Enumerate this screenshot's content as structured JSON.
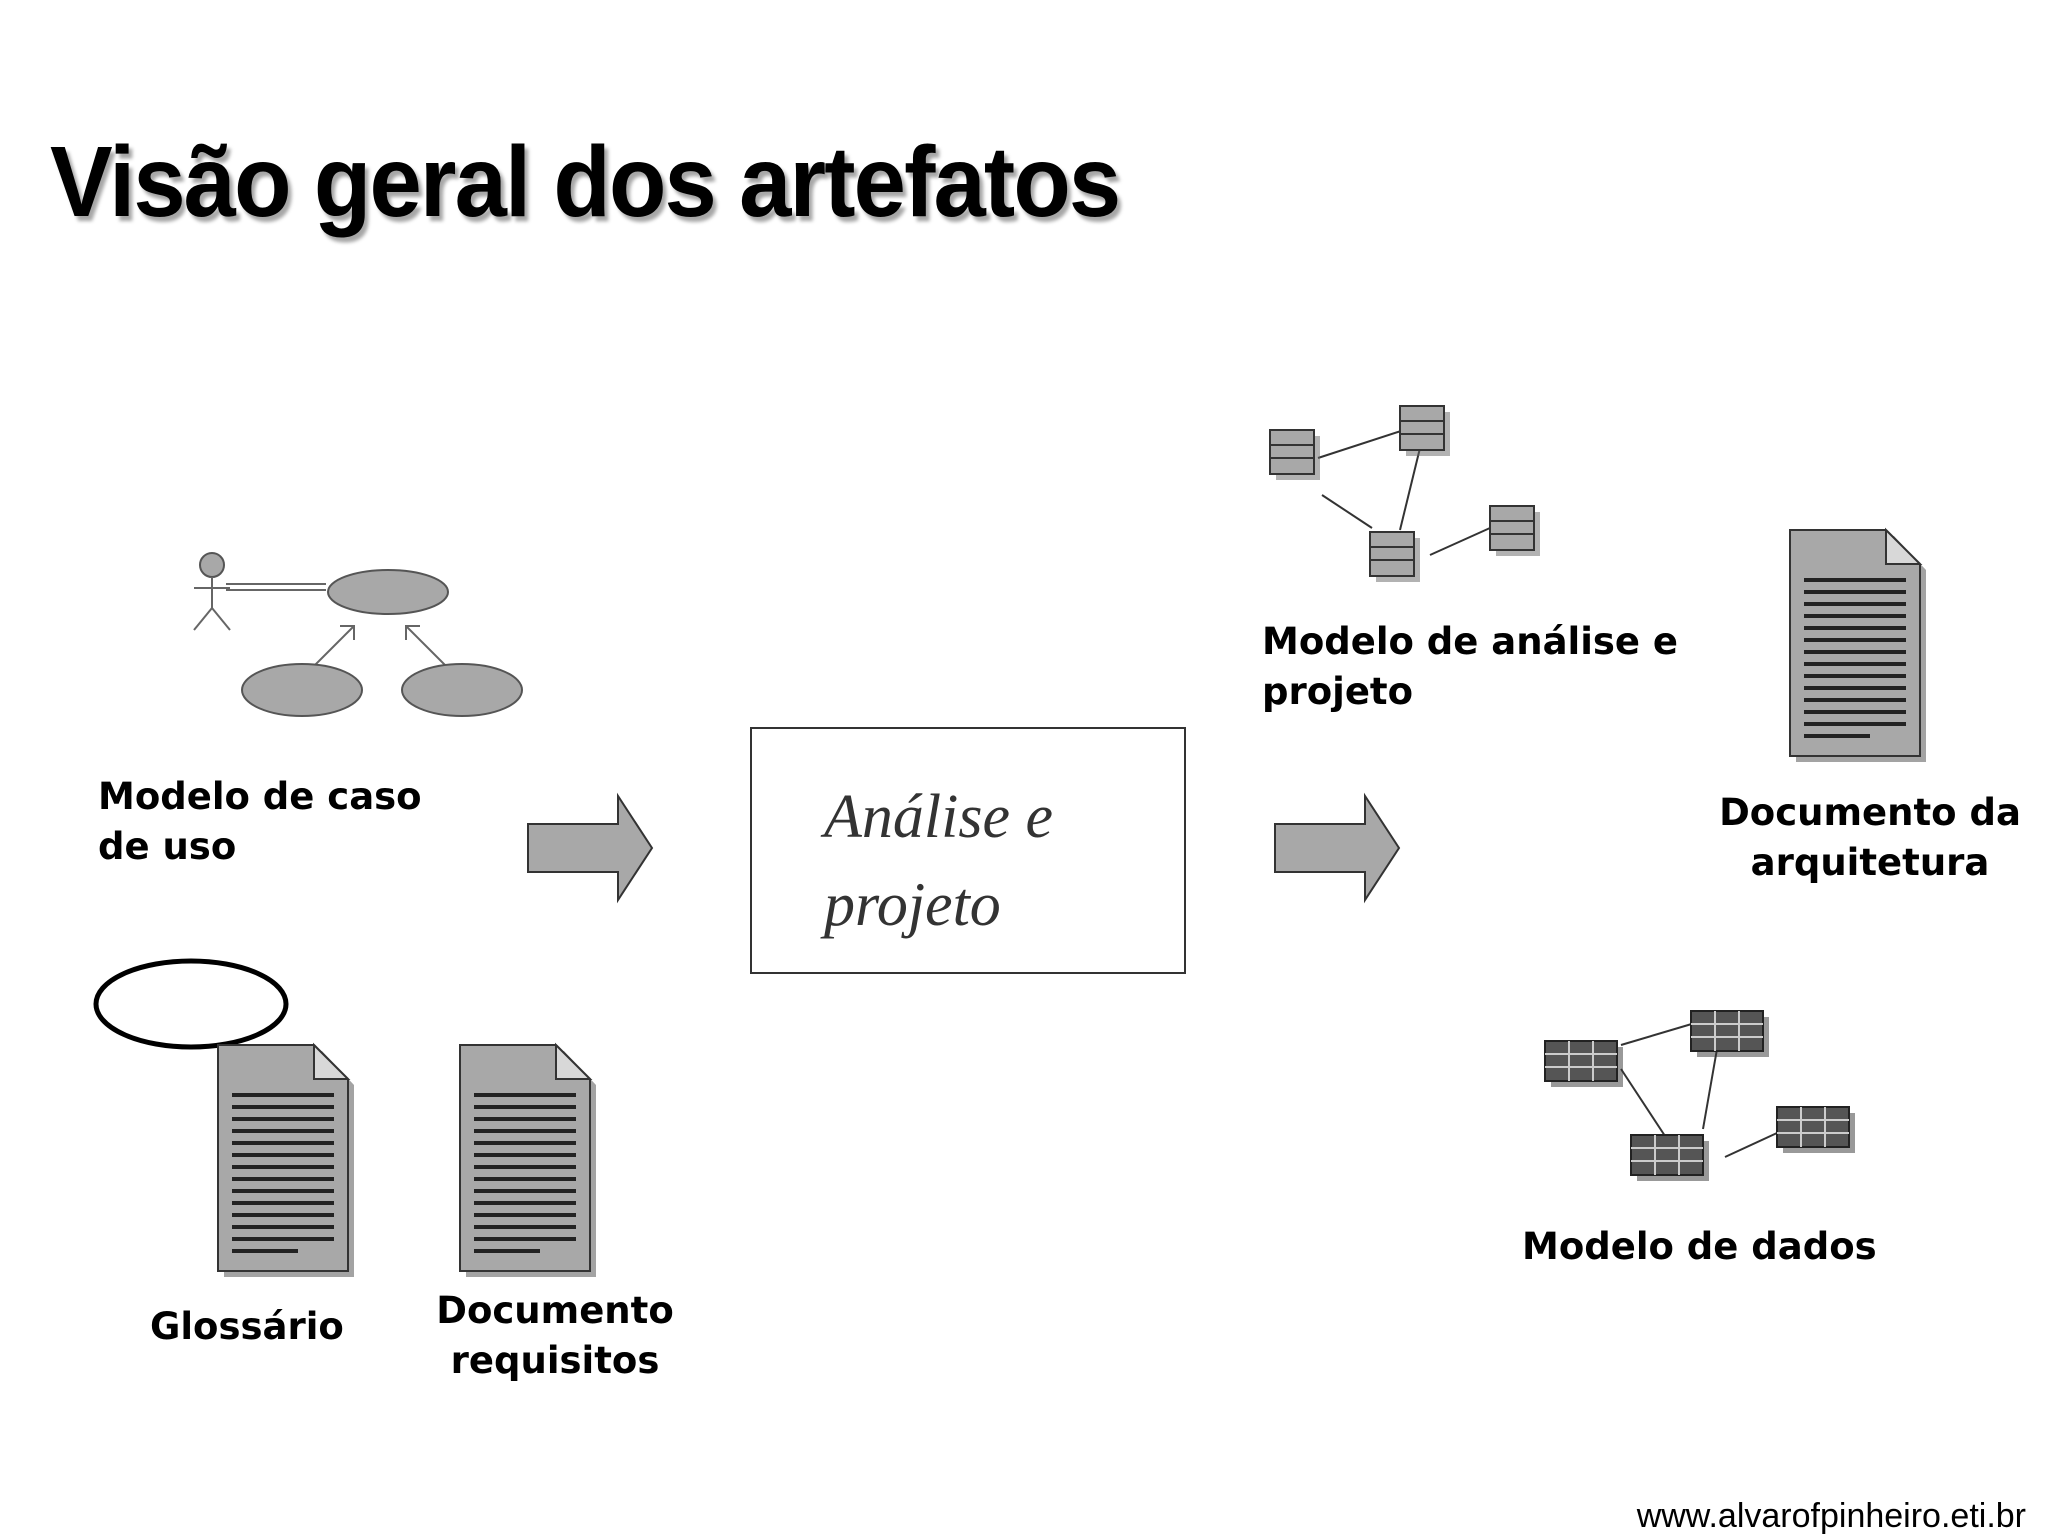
{
  "slide": {
    "title": "Visão geral dos artefatos",
    "footer": "www.alvarofpinheiro.eti.br"
  },
  "inputs": {
    "use_case_model": [
      "Modelo de caso",
      "de uso"
    ],
    "glossary": "Glossário",
    "requirements_doc": [
      "Documento",
      "requisitos"
    ]
  },
  "process": {
    "label": [
      "Análise e",
      "projeto"
    ]
  },
  "outputs": {
    "analysis_model": [
      "Modelo de análise e",
      "projeto"
    ],
    "architecture_doc": [
      "Documento da",
      "arquitetura"
    ],
    "data_model": "Modelo de dados"
  },
  "colors": {
    "shape_fill": "#a8a8a8",
    "shape_stroke": "#555555",
    "document_lines": "#222222"
  }
}
